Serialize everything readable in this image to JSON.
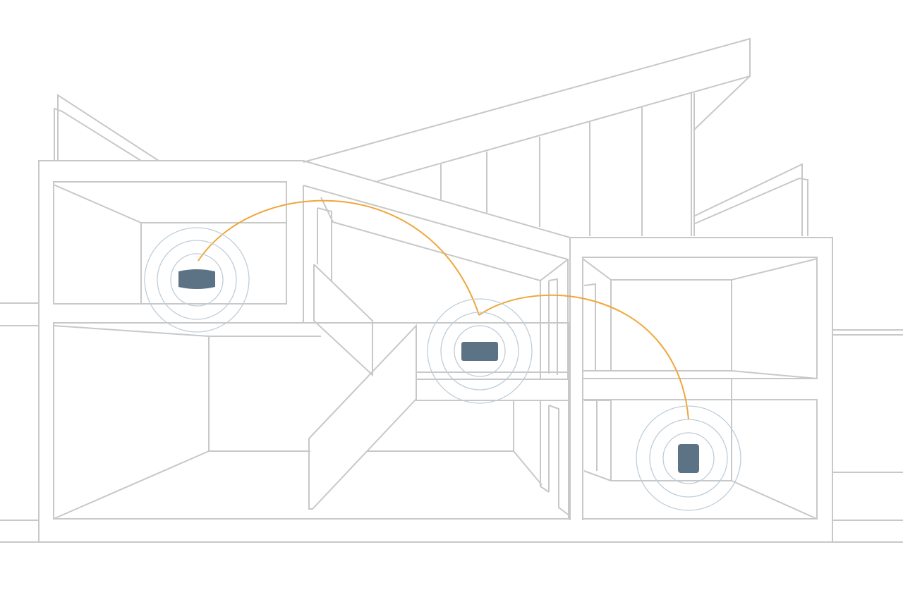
{
  "colors": {
    "background": "#ffffff",
    "structure_lines": "#c8c8c8",
    "device_fill": "#5b7385",
    "signal_rings": "#bfcdd8",
    "connection_arcs": "#f0a63a"
  },
  "devices": [
    {
      "id": "router-upper-left",
      "icon": "router-icon",
      "room": "upper-left-room"
    },
    {
      "id": "mesh-node-center",
      "icon": "mesh-node-icon",
      "room": "middle-room"
    },
    {
      "id": "mesh-node-lower-right",
      "icon": "mesh-node-icon",
      "room": "lower-right-room"
    }
  ],
  "connections": [
    {
      "from": "router-upper-left",
      "to": "mesh-node-center"
    },
    {
      "from": "mesh-node-center",
      "to": "mesh-node-lower-right"
    }
  ]
}
